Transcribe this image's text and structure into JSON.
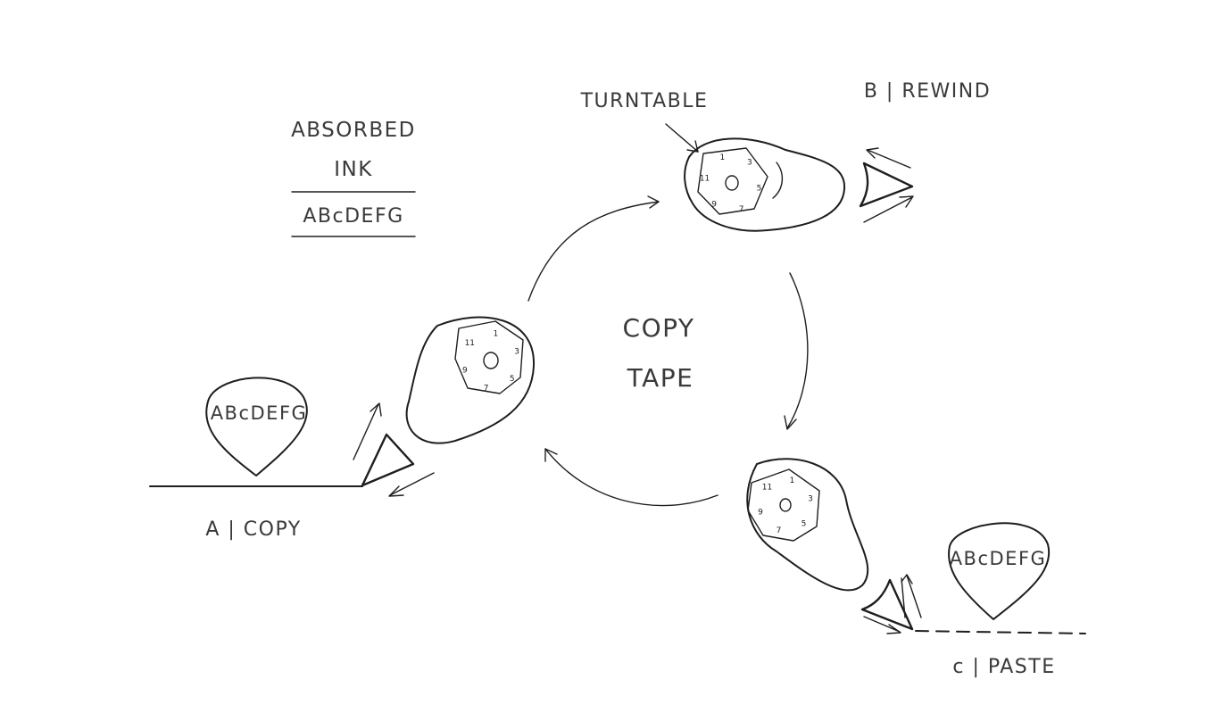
{
  "labels": {
    "absorbed_line1": "ABSORBED",
    "absorbed_line2": "INK",
    "absorbed_sample": "ABcDEFG",
    "turntable": "TURNTABLE",
    "step_b": "B | REWIND",
    "center_line1": "COPY",
    "center_line2": "TAPE",
    "step_a": "A | COPY",
    "step_c": "c | PASTE",
    "bubble_a": "ABcDEFG",
    "bubble_c": "ABcDEFG"
  },
  "turntable_ticks": [
    "1",
    "3",
    "5",
    "7",
    "9",
    "11"
  ],
  "colors": {
    "ink": "#1e1e1e",
    "text": "#3a3a3a",
    "background": "#ffffff"
  }
}
